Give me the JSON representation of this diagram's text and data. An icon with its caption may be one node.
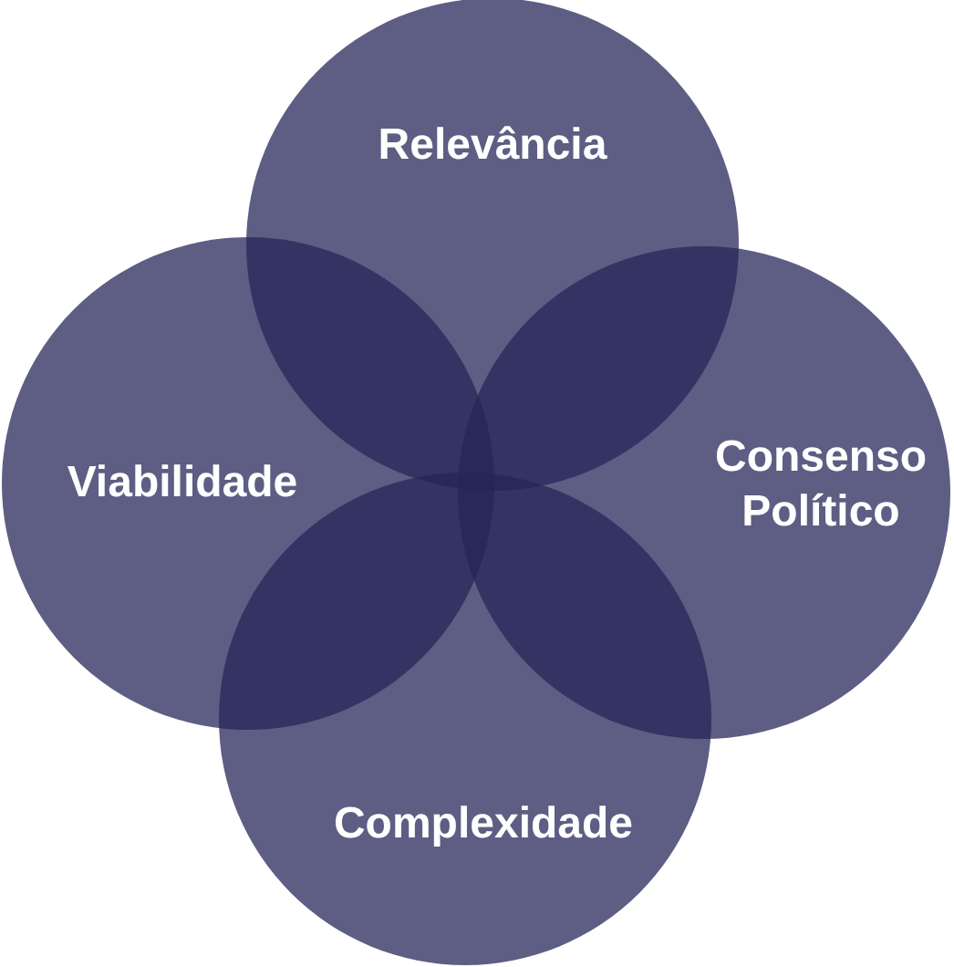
{
  "diagram": {
    "nodes": [
      {
        "text": [
          "Relevância"
        ]
      },
      {
        "text": [
          "Viabilidade"
        ]
      },
      {
        "text": [
          "Consenso Político"
        ]
      },
      {
        "text": [
          "Complexidade"
        ]
      }
    ]
  }
}
